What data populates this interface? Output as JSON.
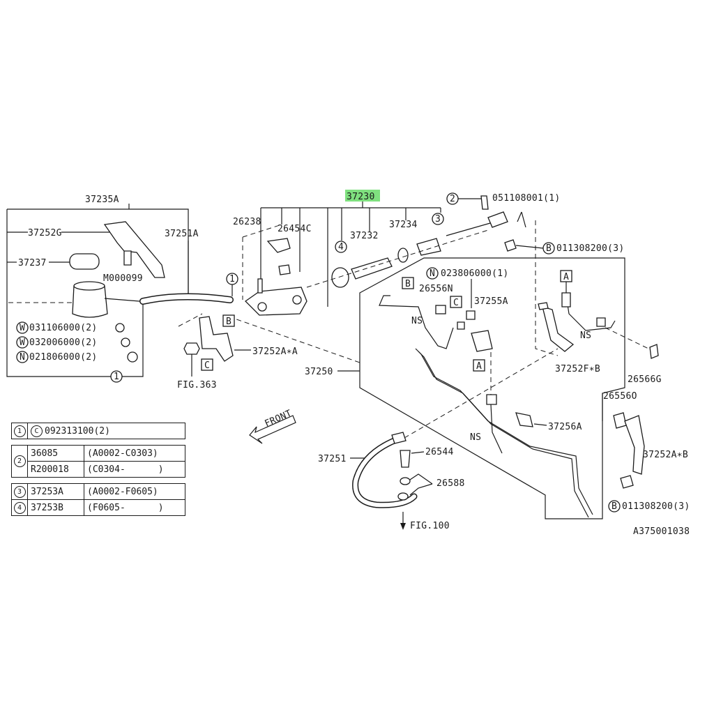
{
  "diagram_id": "A375001038",
  "labels": {
    "p37235A": "37235A",
    "p37252G": "37252G",
    "p37237": "37237",
    "pM000099": "M000099",
    "p37251A": "37251A",
    "p26238": "26238",
    "p26454C": "26454C",
    "p37230_hl": "3723",
    "p37230_tail": "0",
    "p37232": "37232",
    "p37234": "37234",
    "p051108001": "051108001(1)",
    "p011308200_top": "011308200(3)",
    "p023806000": "023806000(1)",
    "p26556N": "26556N",
    "p37255A": "37255A",
    "p37252A_A": "37252A∗A",
    "p37252F_B": "37252F∗B",
    "p26566G": "26566G",
    "p37250": "37250",
    "pFIG363": "FIG.363",
    "p031106000": "031106000(2)",
    "p032006000": "032006000(2)",
    "p021806000": "021806000(2)",
    "p26556O": "26556O",
    "p37256A": "37256A",
    "p37252A_B": "37252A∗B",
    "p011308200_bot": "011308200(3)",
    "p37251": "37251",
    "p26544": "26544",
    "p26588": "26588",
    "pFIG100": "FIG.100",
    "pFRONT": "FRONT",
    "ns1": "NS",
    "ns2": "NS",
    "ns3": "NS"
  },
  "markers": {
    "one": "1",
    "two": "2",
    "three": "3",
    "four": "4",
    "W": "W",
    "N": "N",
    "B": "B",
    "C": "C",
    "A": "A"
  },
  "table": {
    "row1": {
      "idx": "1",
      "c": "C",
      "part": "092313100(2)"
    },
    "row2": {
      "idx": "2",
      "a_part": "36085",
      "a_range": "(A0002-C0303)",
      "b_part": "R200018",
      "b_range": "(C0304-      )"
    },
    "row3": {
      "idx": "3",
      "part": "37253A",
      "range": "(A0002-F0605)"
    },
    "row4": {
      "idx": "4",
      "part": "37253B",
      "range": "(F0605-      )"
    }
  },
  "colors": {
    "highlight": "#7fe07f",
    "ink": "#1a1a1a"
  }
}
